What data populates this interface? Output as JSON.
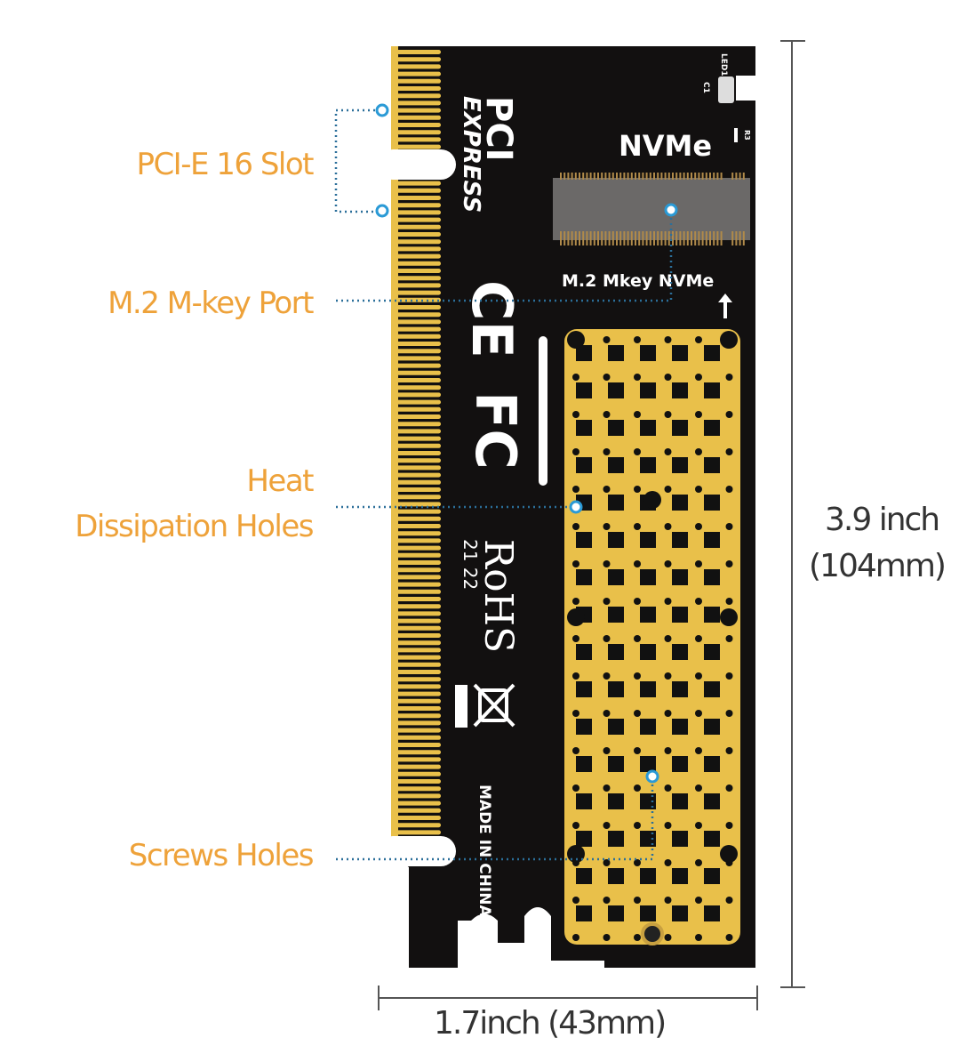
{
  "callouts": {
    "pcie_slot": "PCI-E 16 Slot",
    "m2_port": "M.2 M-key Port",
    "heat_line1": "Heat",
    "heat_line2": "Dissipation Holes",
    "screw_holes": "Screws Holes"
  },
  "dimensions": {
    "height_line1": "3.9 inch",
    "height_line2": "(104mm)",
    "width": "1.7inch (43mm)"
  },
  "board_markings": {
    "pci": "PCI",
    "express": "EXPRESS",
    "nvme": "NVMe",
    "m2_label": "M.2 Mkey NVMe",
    "ce": "CE",
    "fc": "FC",
    "rohs": "RoHS",
    "rohs_code": "21 22",
    "made_in": "MADE IN CHINA",
    "led": "LED1",
    "c1": "C1",
    "r3": "R3"
  },
  "colors": {
    "label": "#eea23a",
    "board": "#111111",
    "gold": "#e9c04a",
    "leader": "#2b6f9a"
  }
}
